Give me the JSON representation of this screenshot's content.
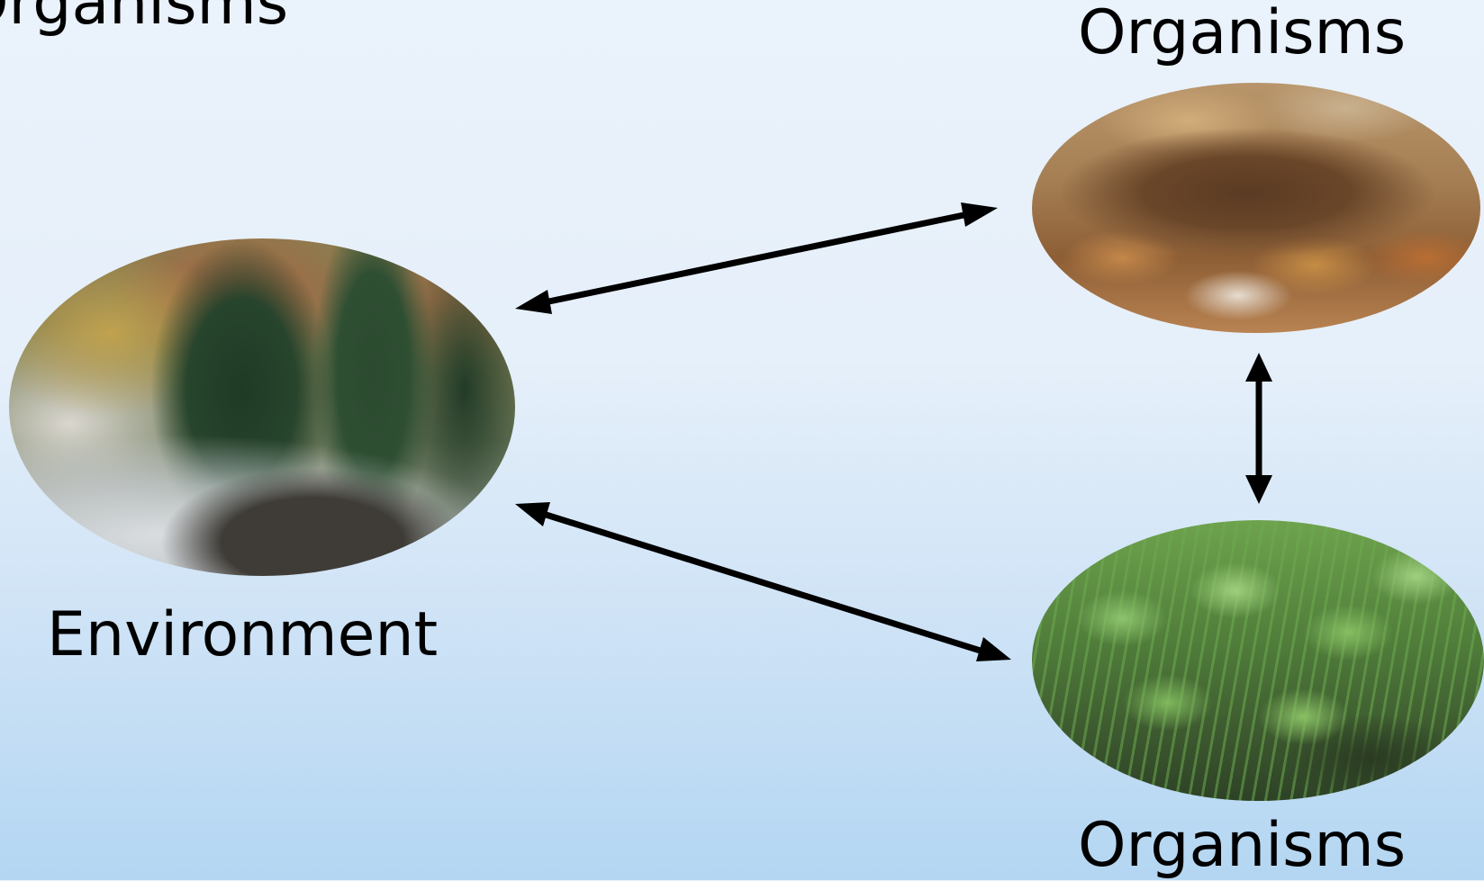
{
  "labels": {
    "title_partial": "Organisms",
    "organisms_top": "Organisms",
    "environment": "Environment",
    "organisms_bottom": "Organisms"
  }
}
